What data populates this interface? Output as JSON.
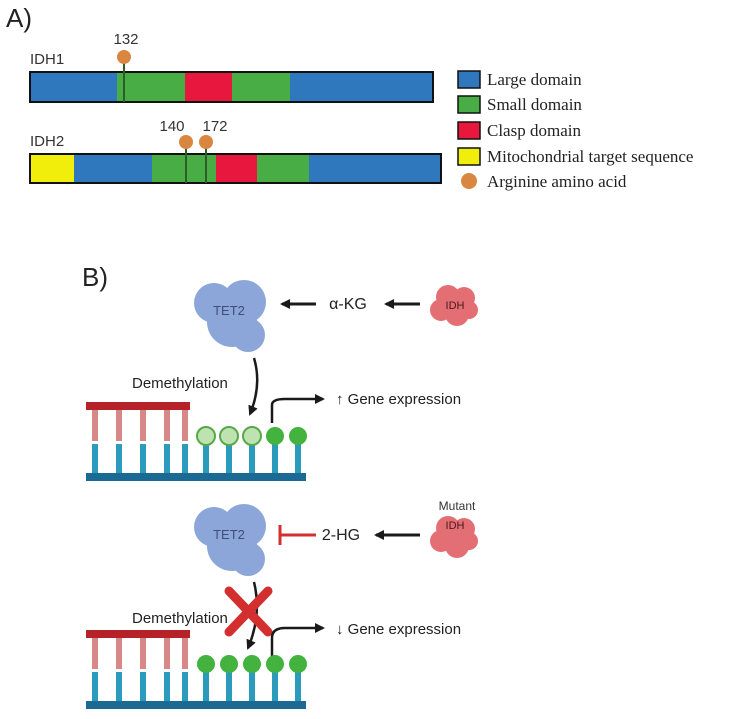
{
  "panel_a": {
    "label": "A)",
    "idh1": {
      "name": "IDH1",
      "residue": "132",
      "segments": [
        "large",
        "small",
        "clasp",
        "small",
        "large"
      ]
    },
    "idh2": {
      "name": "IDH2",
      "residues": [
        "140",
        "172"
      ],
      "segments": [
        "mito",
        "large",
        "small",
        "clasp",
        "small",
        "large"
      ]
    },
    "legend": [
      {
        "key": "large",
        "label": "Large domain",
        "color": "#2f78be"
      },
      {
        "key": "small",
        "label": "Small domain",
        "color": "#48ad45"
      },
      {
        "key": "clasp",
        "label": "Clasp domain",
        "color": "#e8173d"
      },
      {
        "key": "mito",
        "label": "Mitochondrial target sequence",
        "color": "#f2ee0c"
      },
      {
        "key": "arginine",
        "label": "Arginine amino acid",
        "color": "#d88640"
      }
    ]
  },
  "panel_b": {
    "label": "B)",
    "top": {
      "tet2": "TET2",
      "metabolite": "α-KG",
      "enzyme": "IDH",
      "process": "Demethylation",
      "outcome": "↑ Gene expression"
    },
    "bottom": {
      "tet2": "TET2",
      "metabolite": "2-HG",
      "enzyme_line1": "Mutant",
      "enzyme_line2": "IDH",
      "process": "Demethylation",
      "outcome": "↓ Gene expression"
    }
  }
}
